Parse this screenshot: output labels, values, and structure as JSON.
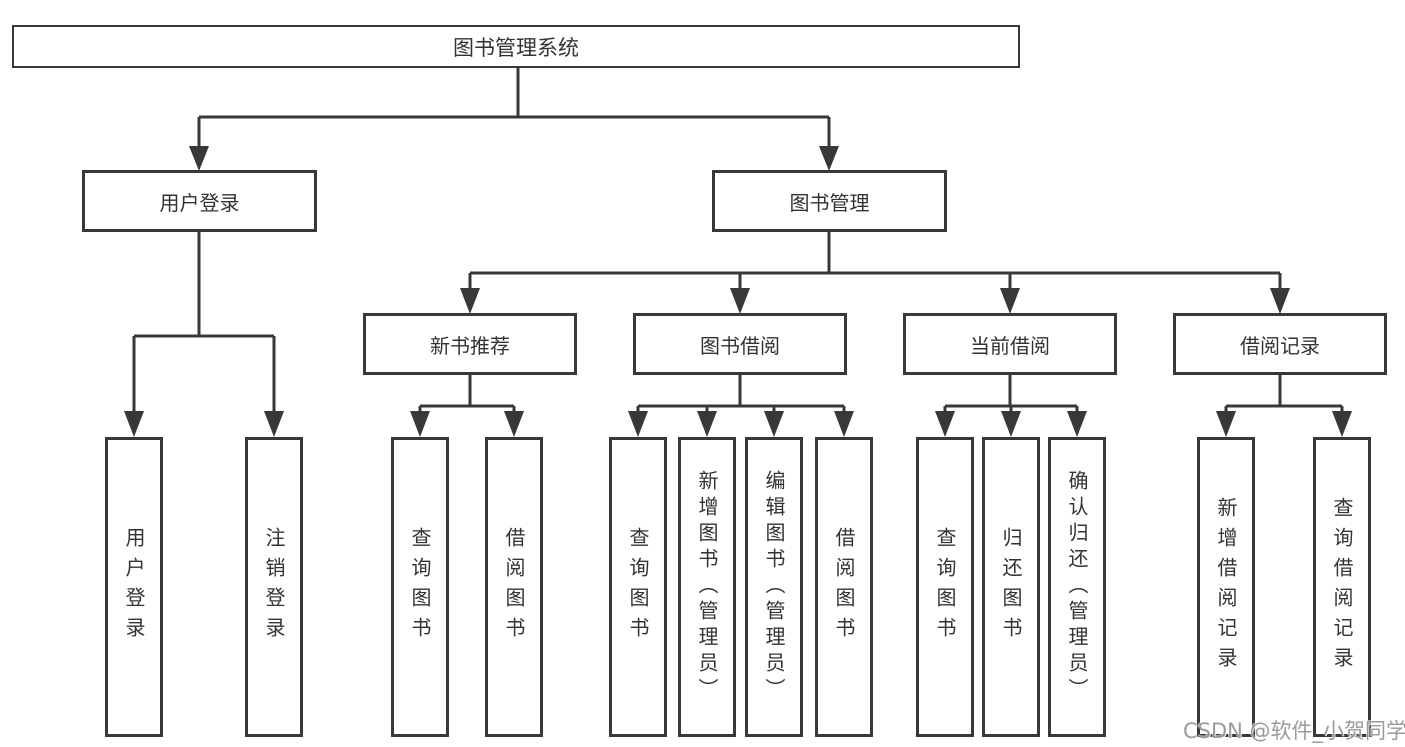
{
  "tree": {
    "root": "图书管理系统",
    "user_login": {
      "label": "用户登录",
      "children": [
        "用户登录",
        "注销登录"
      ]
    },
    "book_mgmt": {
      "label": "图书管理"
    },
    "sections": {
      "new_book_rec": {
        "label": "新书推荐",
        "children": [
          "查询图书",
          "借阅图书"
        ]
      },
      "book_borrow": {
        "label": "图书借阅",
        "children": [
          "查询图书",
          "新增图书（管理员）",
          "编辑图书（管理员）",
          "借阅图书"
        ]
      },
      "current_borrow": {
        "label": "当前借阅",
        "children": [
          "查询图书",
          "归还图书",
          "确认归还（管理员）"
        ]
      },
      "borrow_records": {
        "label": "借阅记录",
        "children": [
          "新增借阅记录",
          "查询借阅记录"
        ]
      }
    }
  },
  "watermark": "CSDN @软件_小贺同学",
  "colors": {
    "line": "#383838",
    "text": "#333333",
    "watermark": "#969696",
    "background": "#ffffff"
  }
}
